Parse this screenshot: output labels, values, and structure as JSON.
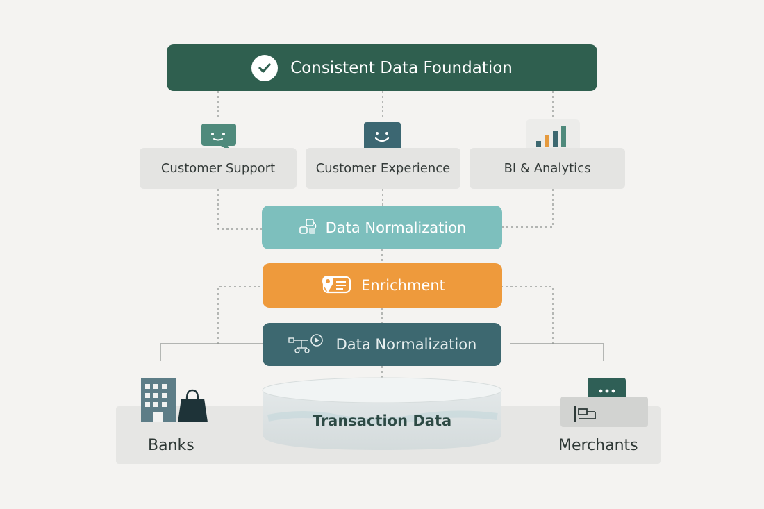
{
  "foundation": {
    "title": "Consistent Data Foundation",
    "icon": "check-icon"
  },
  "consumers": [
    {
      "label": "Customer Support",
      "icon": "chat-bubble-icon"
    },
    {
      "label": "Customer Experience",
      "icon": "smiley-bubble-icon"
    },
    {
      "label": "BI & Analytics",
      "icon": "bar-chart-icon"
    }
  ],
  "layers": [
    {
      "label": "Data Normalization",
      "icon": "cubes-icon",
      "color": "#7dbfbd"
    },
    {
      "label": "Enrichment",
      "icon": "location-tag-icon",
      "color": "#ee9a3c"
    },
    {
      "label": "Data Normalization",
      "icon": "flow-diagram-icon",
      "color": "#3d6870"
    }
  ],
  "store": {
    "label": "Transaction Data"
  },
  "sources": {
    "left": {
      "label": "Banks",
      "icons": [
        "bank-building-icon",
        "shopping-bag-icon"
      ]
    },
    "right": {
      "label": "Merchants",
      "icons": [
        "pos-terminal-icon"
      ]
    }
  },
  "colors": {
    "foundation": "#2f5f4f",
    "card": "#e4e4e2",
    "background": "#f4f3f1"
  }
}
